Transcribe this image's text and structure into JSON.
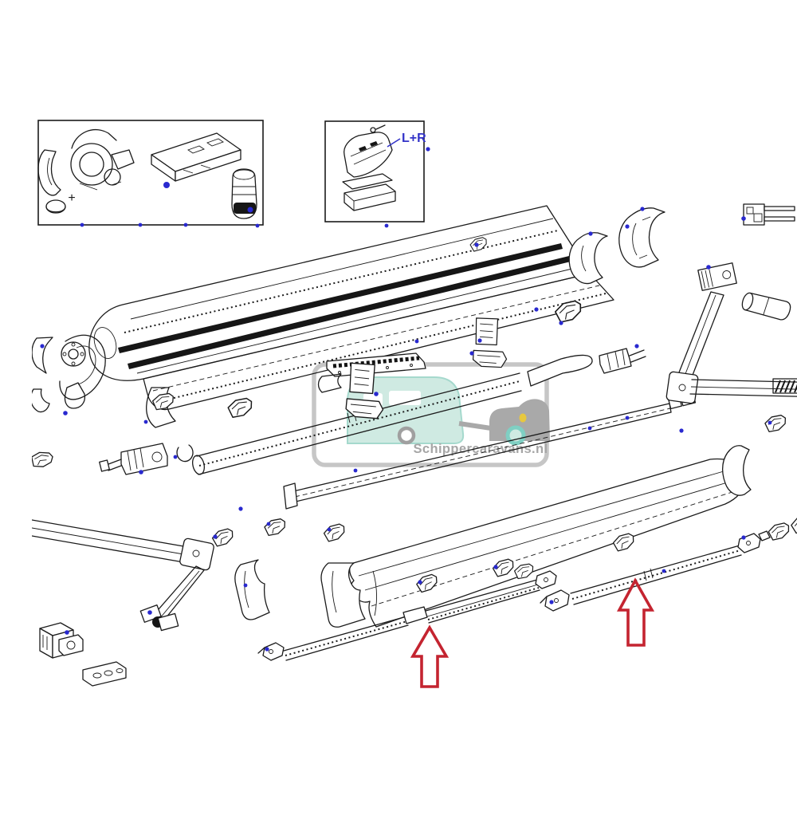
{
  "labels": {
    "inset_plus": "+",
    "inset_lr": "L+R"
  },
  "watermark": {
    "text": "Schippercaravans.nl",
    "colors": {
      "caravan_fill": "#cfeae2",
      "caravan_stroke": "#a5d9cd",
      "car_fill": "#a9a9a9",
      "wheel_accent": "#7fcfc3",
      "headlight": "#e7c83e",
      "frame": "#c6c6c6",
      "text": "#a6a6a6"
    }
  },
  "annotation": {
    "arrow_color": "#c42430",
    "marker_color": "#2929cf",
    "line_color": "#1b1b1b",
    "highlight_arrow_count": 2
  },
  "parts_legend": [
    "inset-drive-kit",
    "inset-bracket-kit",
    "spring-clutch-assembly",
    "top-case-profile",
    "end-cap-left",
    "end-cap-right",
    "pin-bracket",
    "mounting-rail",
    "roller-tube",
    "drive-coupler",
    "cloth-rail",
    "bottom-case-profile",
    "end-cover",
    "left-spring-arm",
    "right-spring-arm",
    "tension-rafter-left",
    "tension-rafter-right",
    "mounting-clips",
    "foot-bracket",
    "foot-rail"
  ]
}
